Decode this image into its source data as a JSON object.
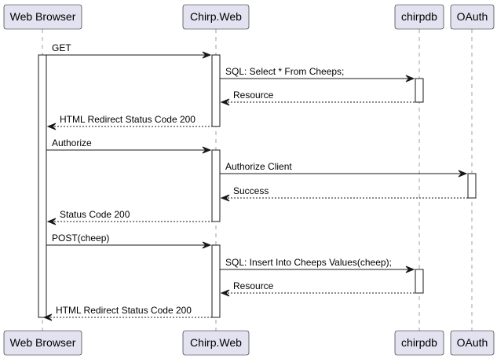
{
  "participants": [
    {
      "id": "browser",
      "label": "Web Browser"
    },
    {
      "id": "web",
      "label": "Chirp.Web"
    },
    {
      "id": "db",
      "label": "chirpdb"
    },
    {
      "id": "oauth",
      "label": "OAuth"
    }
  ],
  "messages": [
    {
      "from": "browser",
      "to": "web",
      "label": "GET",
      "style": "solid"
    },
    {
      "from": "web",
      "to": "db",
      "label": "SQL: Select * From Cheeps;",
      "style": "solid"
    },
    {
      "from": "db",
      "to": "web",
      "label": "Resource",
      "style": "dashed"
    },
    {
      "from": "web",
      "to": "browser",
      "label": "HTML Redirect Status Code 200",
      "style": "dashed"
    },
    {
      "from": "browser",
      "to": "web",
      "label": "Authorize",
      "style": "solid"
    },
    {
      "from": "web",
      "to": "oauth",
      "label": "Authorize Client",
      "style": "solid"
    },
    {
      "from": "oauth",
      "to": "web",
      "label": "Success",
      "style": "dashed"
    },
    {
      "from": "web",
      "to": "browser",
      "label": "Status Code 200",
      "style": "dashed"
    },
    {
      "from": "browser",
      "to": "web",
      "label": "POST(cheep)",
      "style": "solid"
    },
    {
      "from": "web",
      "to": "db",
      "label": "SQL: Insert Into Cheeps Values(cheep);",
      "style": "solid"
    },
    {
      "from": "db",
      "to": "web",
      "label": "Resource",
      "style": "dashed"
    },
    {
      "from": "web",
      "to": "browser",
      "label": "HTML Redirect Status Code 200",
      "style": "dashed"
    }
  ],
  "colors": {
    "participant_fill": "#e2e2f0",
    "line": "#181818",
    "lifeline": "#a0a0a0"
  }
}
